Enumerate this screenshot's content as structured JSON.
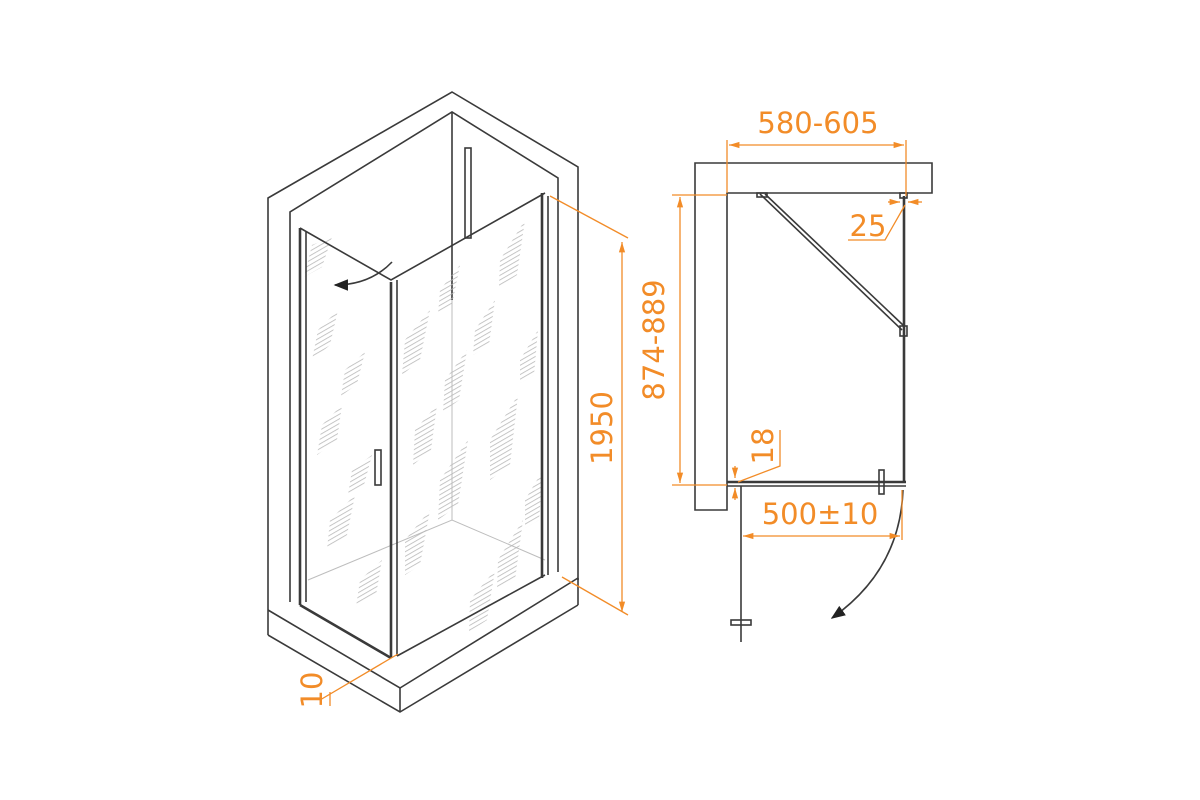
{
  "diagram": {
    "isometric_view": {
      "height_label": "1950",
      "base_offset_label": "10"
    },
    "plan_view": {
      "width_label": "580-605",
      "depth_label": "874-889",
      "profile_label": "25",
      "wall_profile_label": "18",
      "door_width_label": "500±10"
    },
    "colors": {
      "dimension": "#f28c28",
      "line": "#3a3a3a"
    }
  }
}
